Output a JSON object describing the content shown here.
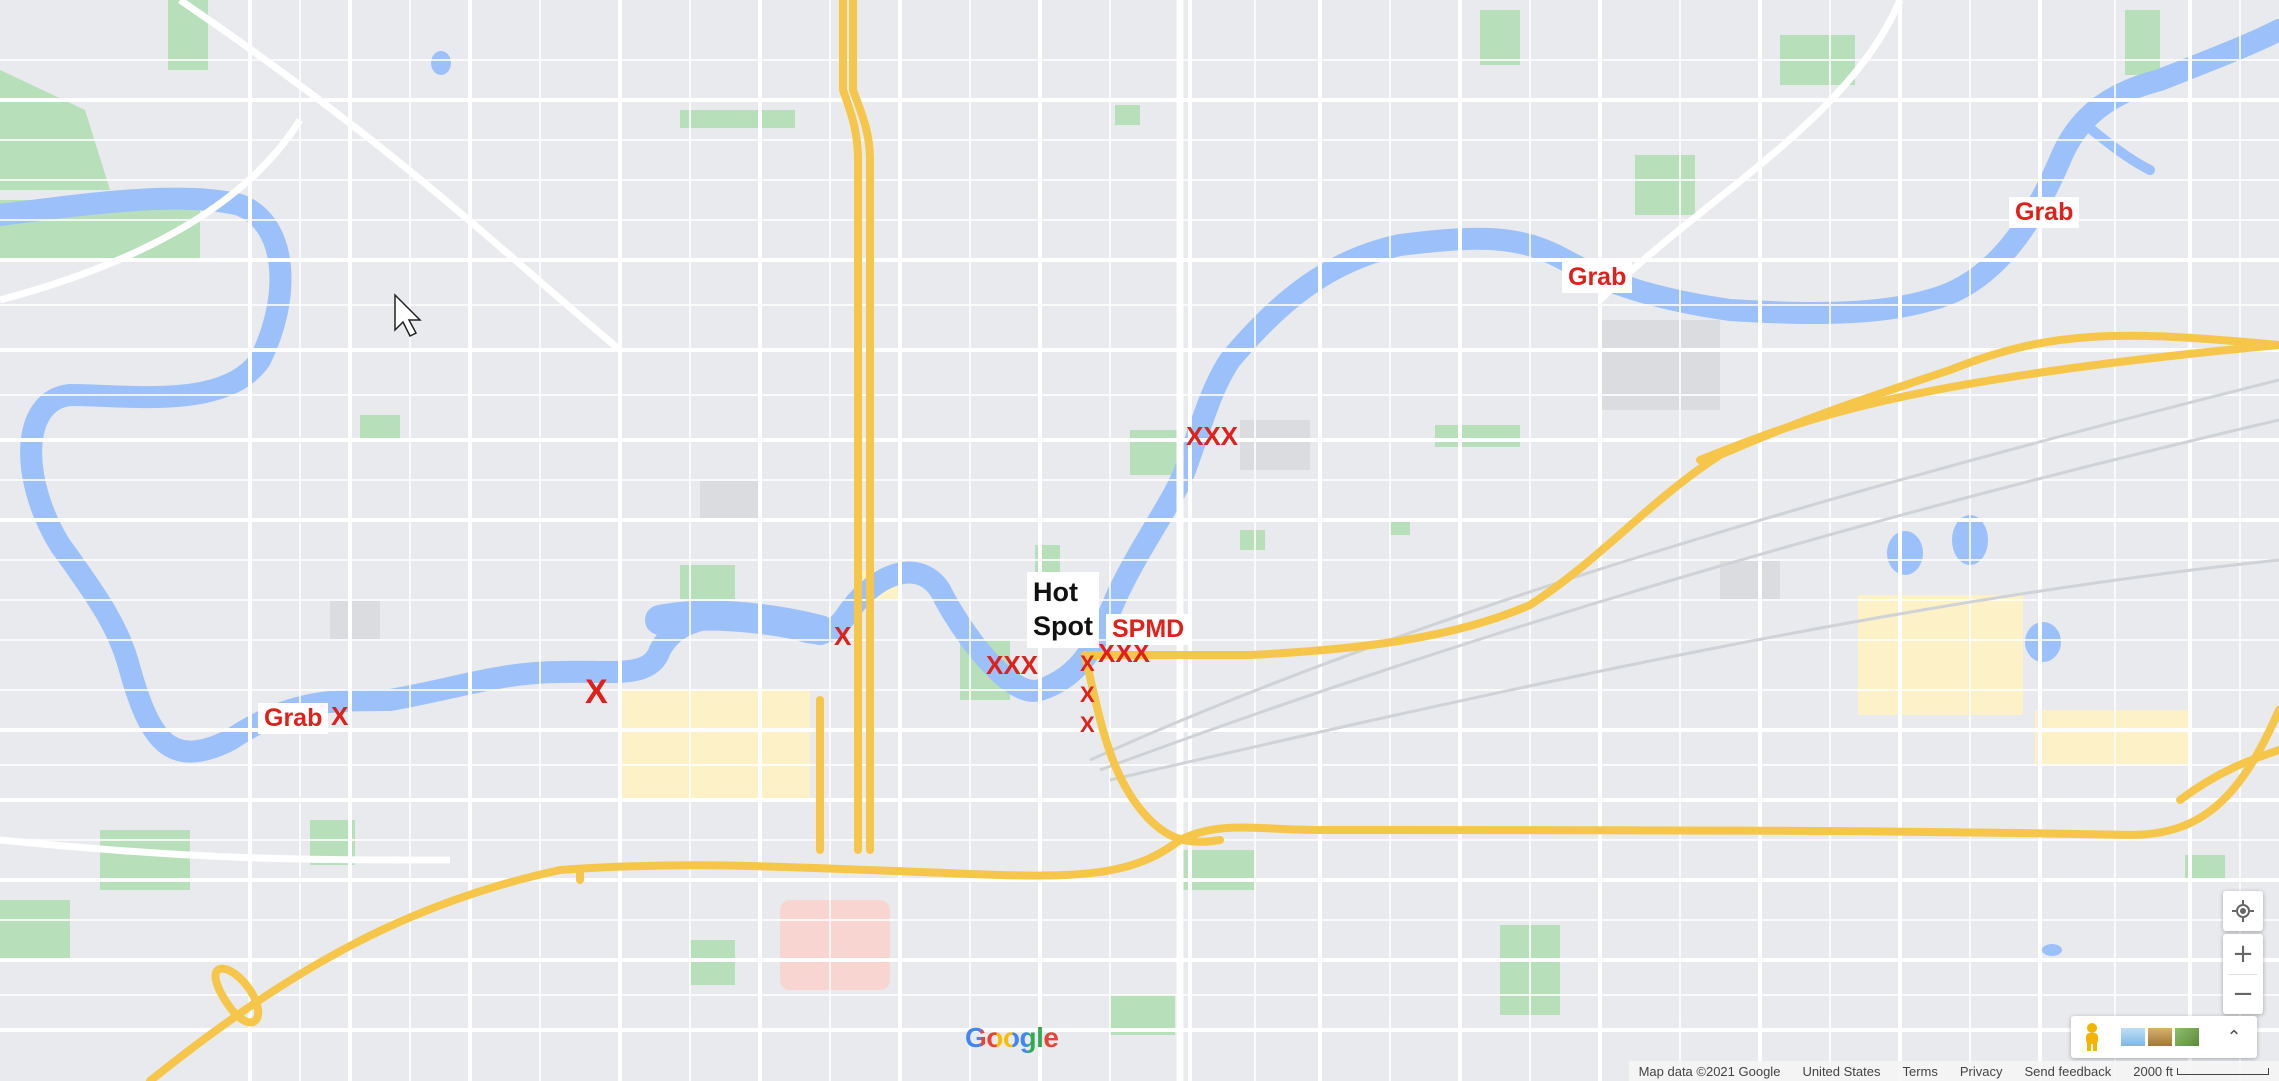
{
  "map": {
    "colors": {
      "land": "#e8eaed",
      "road": "#ffffff",
      "highway": "#f5c64a",
      "water": "#9cc0f9",
      "park": "#b7dfb9",
      "industrial": "#fdf1c7",
      "block": "#dadce0"
    }
  },
  "annotations": {
    "grab_left": "Grab",
    "grab_center": "Grab",
    "grab_right": "Grab",
    "hot_spot_line1": "Hot",
    "hot_spot_line2": "Spot",
    "spmd": "SPMD",
    "marks": {
      "grab_x": "X",
      "x_mid_west": "X",
      "x_monroe": "X",
      "xxx_north": "XXX",
      "xxx_center": "XXX",
      "xxx_spmd": "XXX",
      "x_south_1": "X",
      "x_south_2": "X",
      "x_south_3": "X"
    }
  },
  "controls": {
    "my_location_icon": "location-target-icon",
    "zoom_in_label": "+",
    "zoom_out_label": "−",
    "pegman_icon": "pegman-icon",
    "expand_label": "⌃"
  },
  "logo": "Google",
  "footer": {
    "map_data": "Map data ©2021 Google",
    "country": "United States",
    "terms": "Terms",
    "privacy": "Privacy",
    "feedback": "Send feedback",
    "scale": "2000 ft"
  }
}
